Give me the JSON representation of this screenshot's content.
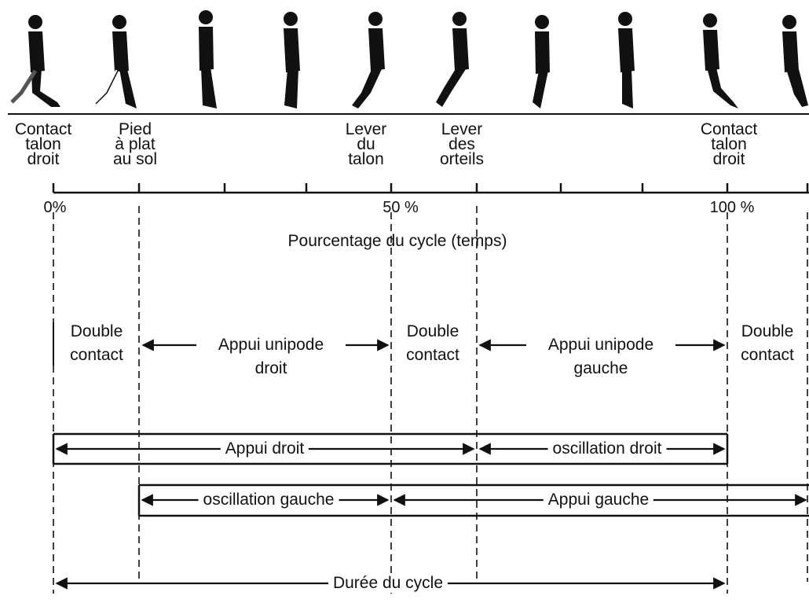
{
  "events": [
    {
      "id": "contact-talon-droit-start",
      "text": "Contact\ntalon\ndroit"
    },
    {
      "id": "pied-a-plat",
      "text": "Pied\nà plat\nau sol"
    },
    {
      "id": "lever-talon",
      "text": "Lever\ndu\ntalon"
    },
    {
      "id": "lever-orteils",
      "text": "Lever\ndes\norteils"
    },
    {
      "id": "contact-talon-droit-end",
      "text": "Contact\ntalon\ndroit"
    }
  ],
  "axis": {
    "ticks": [
      "0%",
      "50 %",
      "100 %"
    ],
    "title": "Pourcentage du cycle  (temps)"
  },
  "phases": [
    {
      "id": "double-contact-1",
      "text": "Double\ncontact"
    },
    {
      "id": "appui-unipode-droit",
      "text": "Appui unipode\ndroit"
    },
    {
      "id": "double-contact-2",
      "text": "Double\ncontact"
    },
    {
      "id": "appui-unipode-gauche",
      "text": "Appui unipode\ngauche"
    },
    {
      "id": "double-contact-3",
      "text": "Double\ncontact"
    }
  ],
  "bars": {
    "appui_droit": "Appui droit",
    "oscillation_droit": "oscillation droit",
    "oscillation_gauche": "oscillation gauche",
    "appui_gauche": "Appui gauche",
    "duree_cycle": "Durée du cycle"
  }
}
